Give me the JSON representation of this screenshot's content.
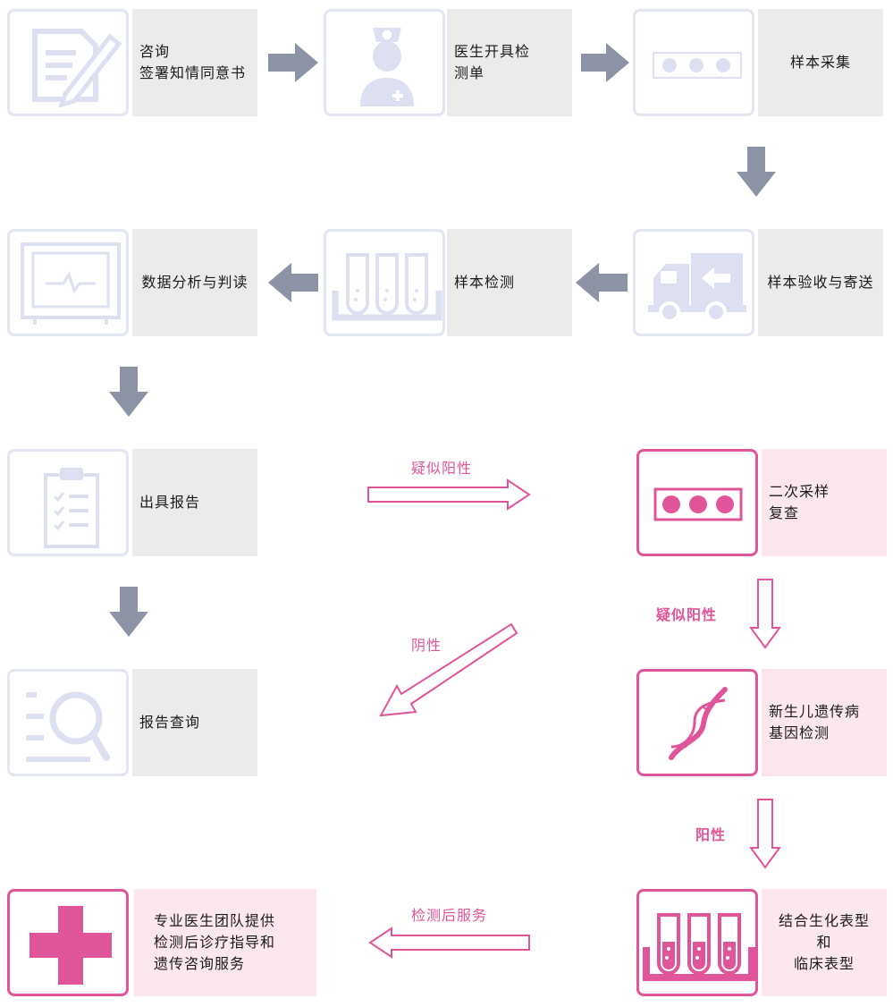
{
  "steps": {
    "consult": {
      "label": "咨询\n签署知情同意书",
      "icon": "consent-form-pen-icon"
    },
    "doctor": {
      "label": "医生开具检\n测单",
      "icon": "doctor-nurse-icon"
    },
    "sample_collect": {
      "label": "样本采集",
      "icon": "sample-card-dots-icon"
    },
    "sample_receive": {
      "label": "样本验收与寄送",
      "icon": "delivery-truck-icon"
    },
    "sample_test": {
      "label": "样本检测",
      "icon": "test-tubes-icon"
    },
    "data_analysis": {
      "label": "数据分析与判读",
      "icon": "monitor-pulse-icon"
    },
    "report": {
      "label": "出具报告",
      "icon": "clipboard-checklist-icon"
    },
    "report_query": {
      "label": "报告查询",
      "icon": "magnifier-document-icon"
    },
    "resample": {
      "label": "二次采样\n复查",
      "icon": "sample-card-dots-icon"
    },
    "gene_test": {
      "label": "新生儿遗传病\n基因检测",
      "icon": "dna-helix-icon"
    },
    "phenotype": {
      "label": "结合生化表型\n和\n临床表型",
      "icon": "test-tubes-icon"
    },
    "service": {
      "label": "专业医生团队提供\n检测后诊疗指导和\n遗传咨询服务",
      "icon": "medical-cross-icon"
    }
  },
  "arrow_labels": {
    "suspected_positive_1": "疑似阳性",
    "suspected_positive_2": "疑似阳性",
    "negative": "阴性",
    "positive": "阳性",
    "post_test_service": "检测后服务"
  },
  "colors": {
    "accent_pink": "#e0559a",
    "gray_arrow": "#8b93a5",
    "light_icon": "#dde0f0",
    "label_gray_bg": "#ebebeb",
    "label_pink_bg": "#fde7ee"
  }
}
